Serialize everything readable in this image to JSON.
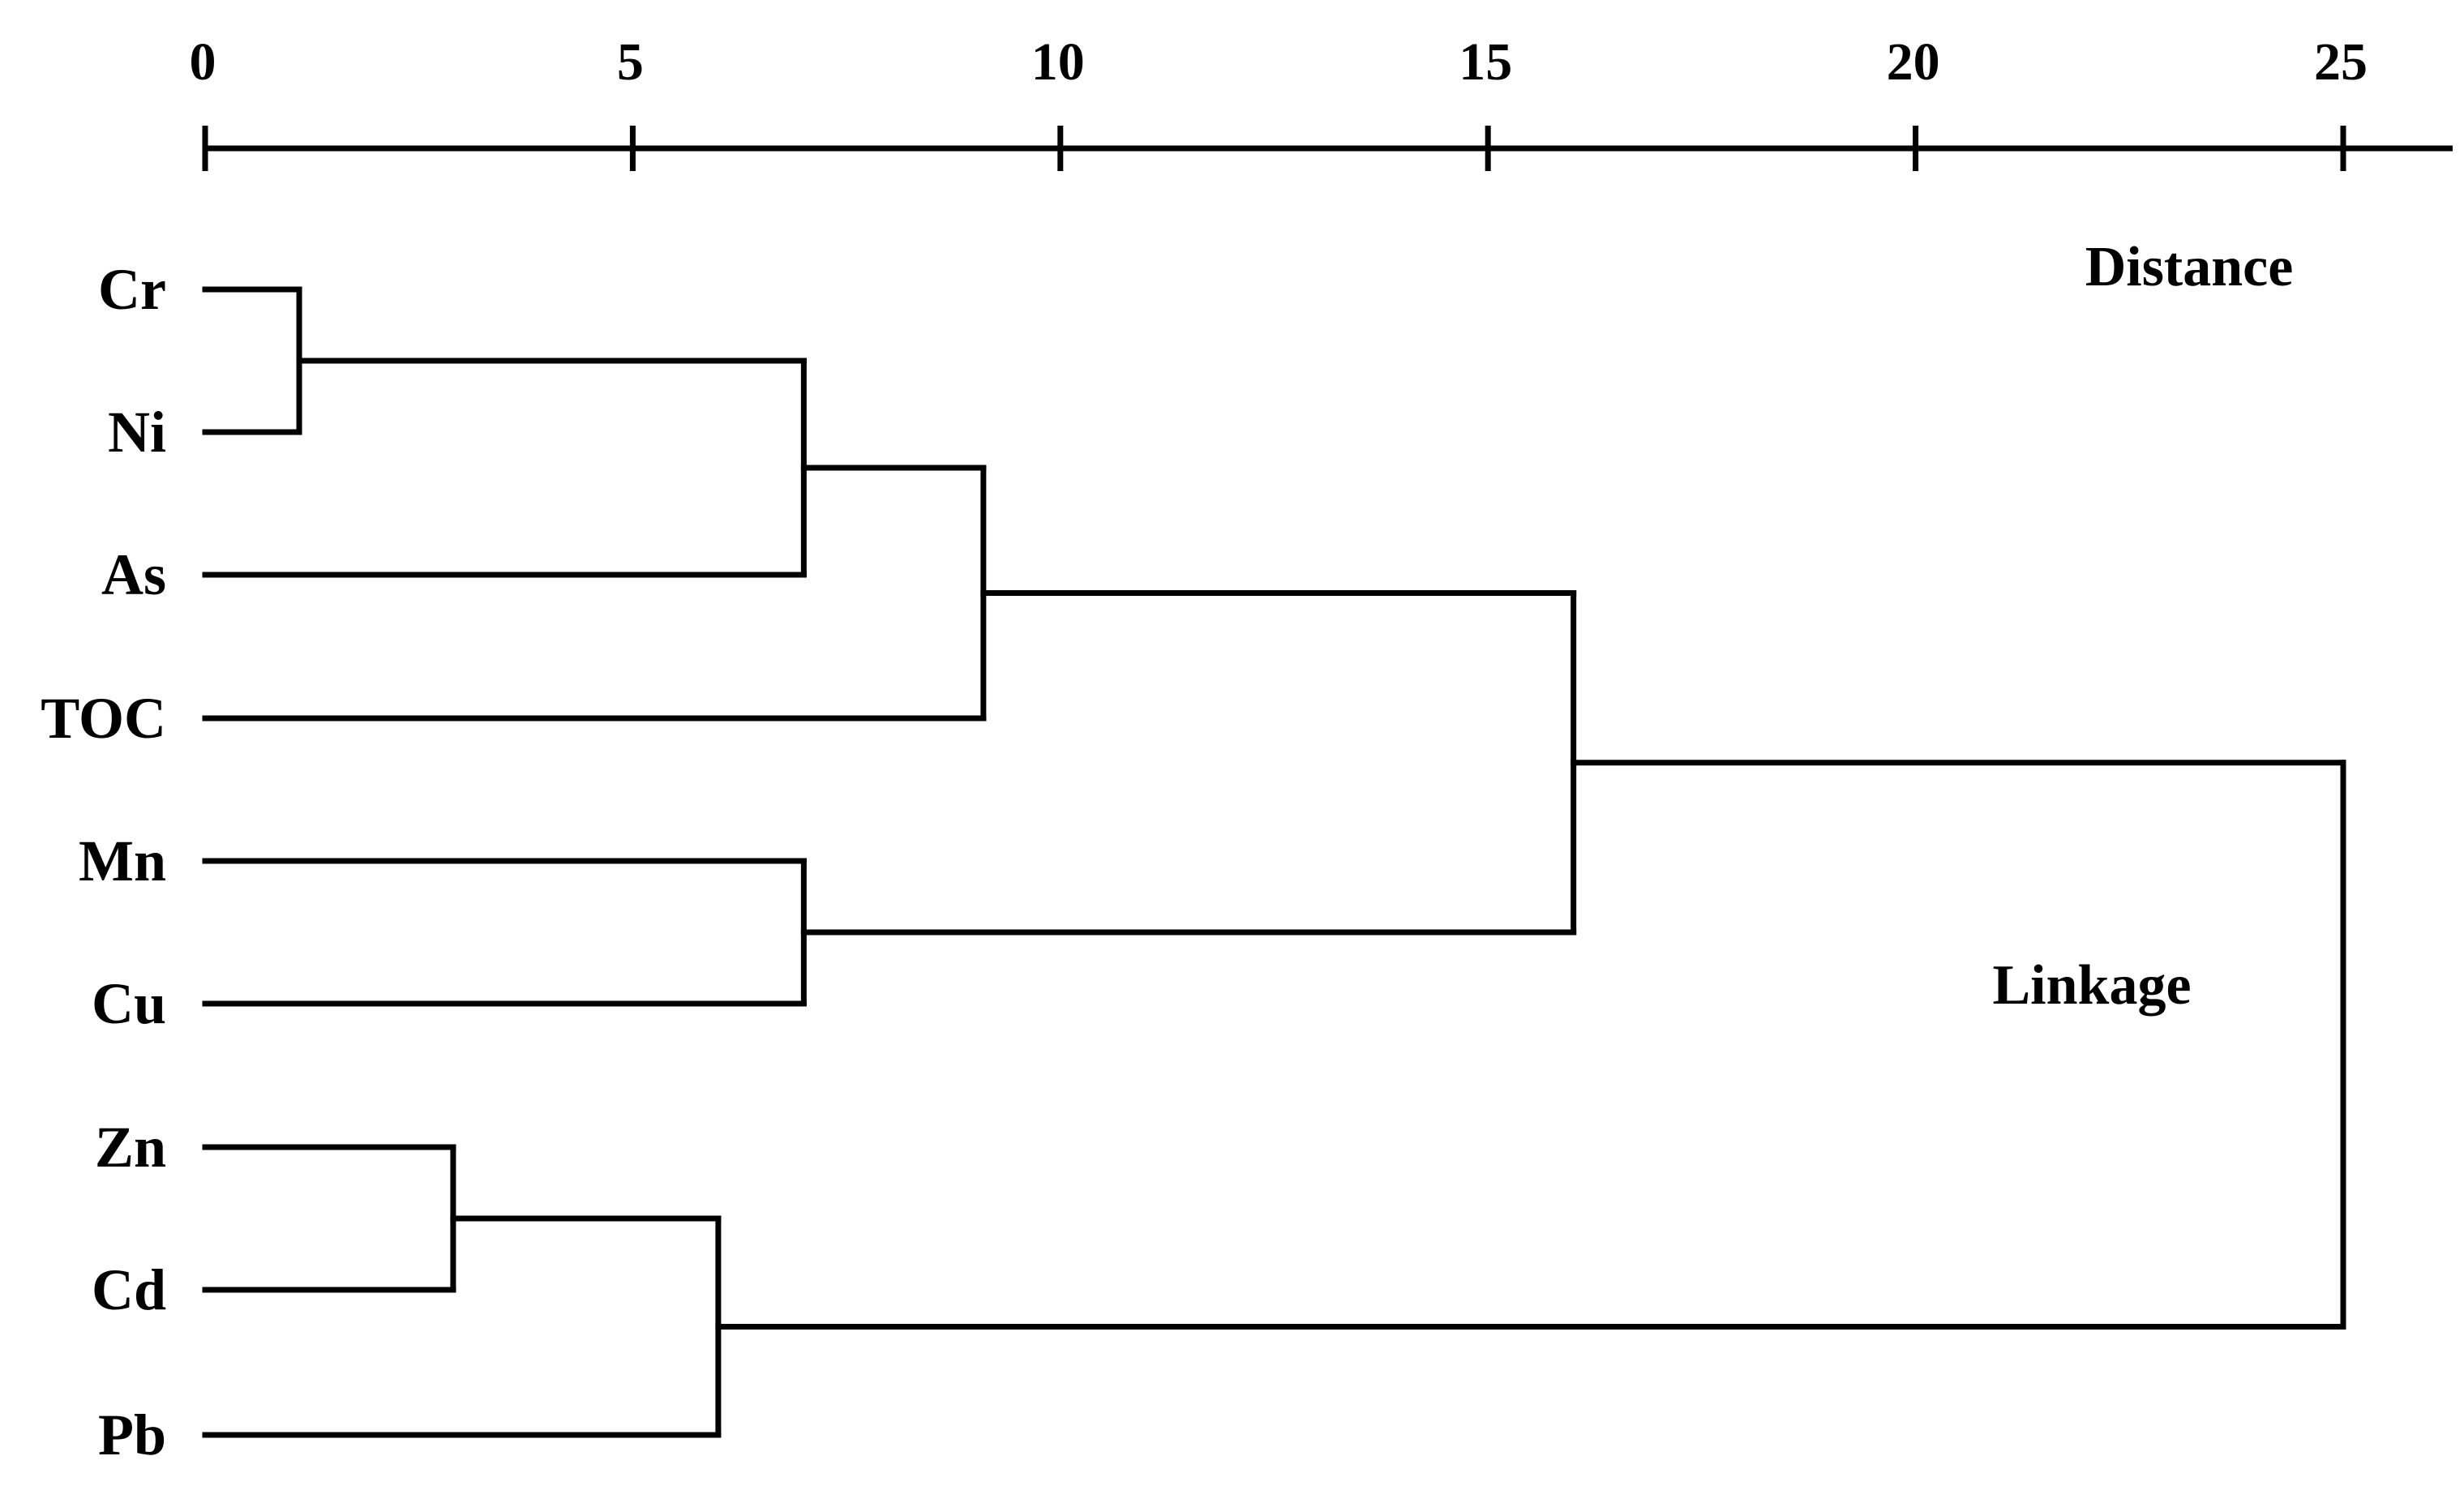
{
  "chart_data": {
    "type": "dendrogram",
    "orientation": "horizontal",
    "axis": {
      "position": "top",
      "range": [
        0,
        25
      ],
      "ticks": [
        0,
        5,
        10,
        15,
        20,
        25
      ],
      "tick_labels": [
        "0",
        "5",
        "10",
        "15",
        "20",
        "25"
      ]
    },
    "annotations": [
      "Distance",
      "Linkage"
    ],
    "leaves": [
      "Cr",
      "Ni",
      "As",
      "TOC",
      "Mn",
      "Cu",
      "Zn",
      "Cd",
      "Pb"
    ],
    "merges": [
      {
        "id": "m1",
        "children": [
          "Cr",
          "Ni"
        ],
        "distance": 1.1
      },
      {
        "id": "m2",
        "children": [
          "Zn",
          "Cd"
        ],
        "distance": 2.9
      },
      {
        "id": "m3",
        "children": [
          "m2",
          "Pb"
        ],
        "distance": 6.0
      },
      {
        "id": "m4",
        "children": [
          "m1",
          "As"
        ],
        "distance": 7.0
      },
      {
        "id": "m5",
        "children": [
          "Mn",
          "Cu"
        ],
        "distance": 7.0
      },
      {
        "id": "m6",
        "children": [
          "m4",
          "TOC"
        ],
        "distance": 9.1
      },
      {
        "id": "m7",
        "children": [
          "m6",
          "m5"
        ],
        "distance": 16.0
      },
      {
        "id": "m8",
        "children": [
          "m7",
          "m3"
        ],
        "distance": 25.0
      }
    ]
  }
}
